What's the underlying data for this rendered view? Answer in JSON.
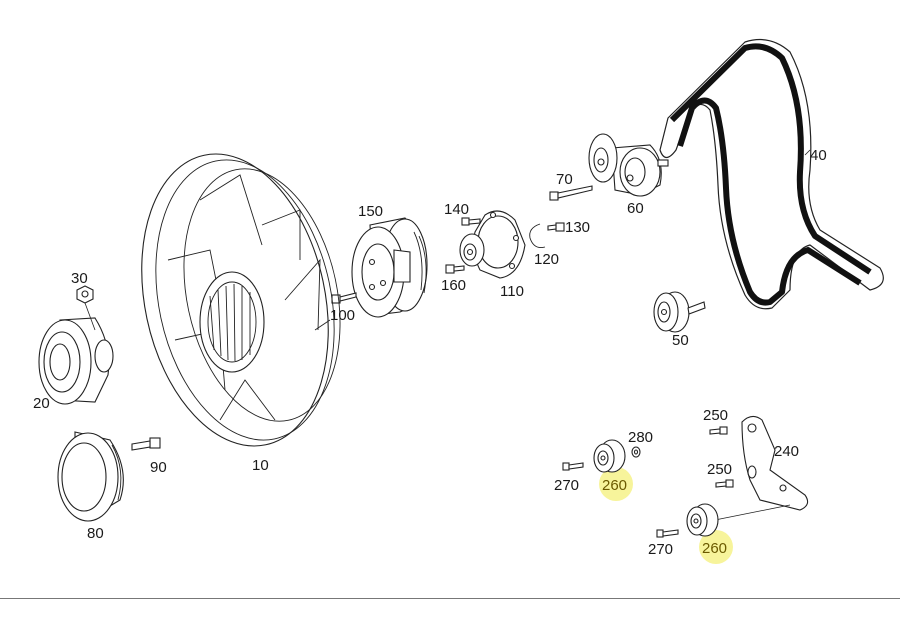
{
  "diagram": {
    "highlight_color": "#f6f28a",
    "labels": {
      "p10": "10",
      "p20": "20",
      "p30": "30",
      "p40": "40",
      "p50": "50",
      "p60": "60",
      "p70": "70",
      "p80": "80",
      "p90": "90",
      "p100": "100",
      "p110": "110",
      "p120": "120",
      "p130": "130",
      "p140": "140",
      "p150": "150",
      "p160": "160",
      "p240": "240",
      "p250a": "250",
      "p250b": "250",
      "p260a": "260",
      "p260b": "260",
      "p270a": "270",
      "p270b": "270",
      "p280": "280"
    }
  }
}
